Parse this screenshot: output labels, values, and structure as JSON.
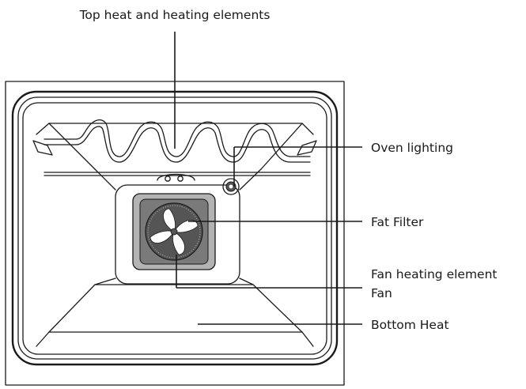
{
  "labels": {
    "top_heat": "Top heat and heating elements",
    "oven_lighting": "Oven lighting",
    "fat_filter": "Fat Filter",
    "fan_heating_element": "Fan heating element",
    "fan": "Fan",
    "bottom_heat": "Bottom Heat"
  },
  "colors": {
    "line": "#1a1a1a",
    "filter_outer": "#b3b3b3",
    "filter_inner": "#7a7a7a",
    "fan_disc": "#555555"
  }
}
